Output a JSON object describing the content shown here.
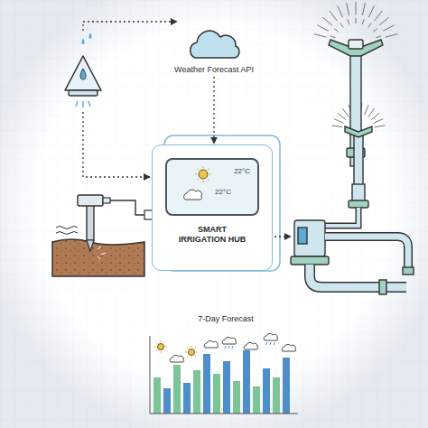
{
  "diagram": {
    "nodes": [
      {
        "text": [
          "Weather Forecast API"
        ]
      },
      {
        "text": [
          "SMART IRRIGATION HUB"
        ]
      },
      {
        "text": [
          "22°C",
          "22°C"
        ],
        "in": 1
      },
      {
        "text": [
          "7-Day Forecast"
        ]
      }
    ],
    "edges": [
      {
        "from": 0,
        "to": 1,
        "arrow": "to"
      }
    ]
  }
}
